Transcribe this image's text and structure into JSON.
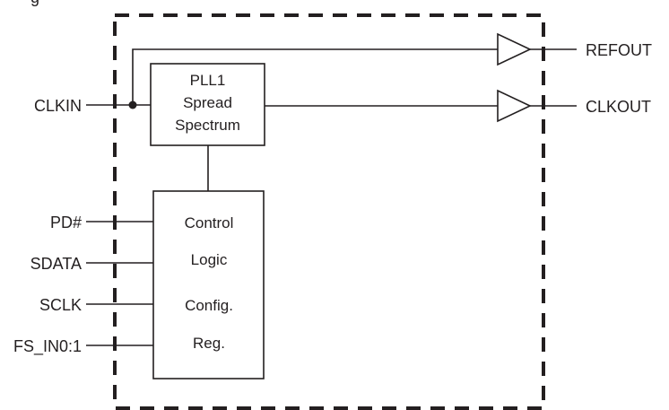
{
  "diagram": {
    "title_fragment": "g",
    "colors": {
      "ink": "#231f20",
      "background": "#ffffff"
    },
    "blocks": {
      "pll": {
        "lines": [
          "PLL1",
          "Spread",
          "Spectrum"
        ]
      },
      "control": {
        "lines": [
          "Control",
          "Logic",
          "Config.",
          "Reg."
        ]
      }
    },
    "inputs": {
      "clkin": "CLKIN",
      "pd": "PD#",
      "sdata": "SDATA",
      "sclk": "SCLK",
      "fs_in": "FS_IN0:1"
    },
    "outputs": {
      "refout": "REFOUT",
      "clkout": "CLKOUT"
    },
    "buffers": [
      "refout-buffer",
      "clkout-buffer"
    ],
    "connections": [
      {
        "from": "CLKIN",
        "to": "PLL1 Spread Spectrum"
      },
      {
        "from": "CLKIN",
        "to": "REFOUT buffer"
      },
      {
        "from": "PLL1 Spread Spectrum",
        "to": "CLKOUT buffer"
      },
      {
        "from": "Control Logic",
        "to": "PLL1 Spread Spectrum"
      },
      {
        "from": "PD#",
        "to": "Control Logic"
      },
      {
        "from": "SDATA",
        "to": "Control Logic"
      },
      {
        "from": "SCLK",
        "to": "Control Logic"
      },
      {
        "from": "FS_IN0:1",
        "to": "Control Logic"
      }
    ]
  }
}
